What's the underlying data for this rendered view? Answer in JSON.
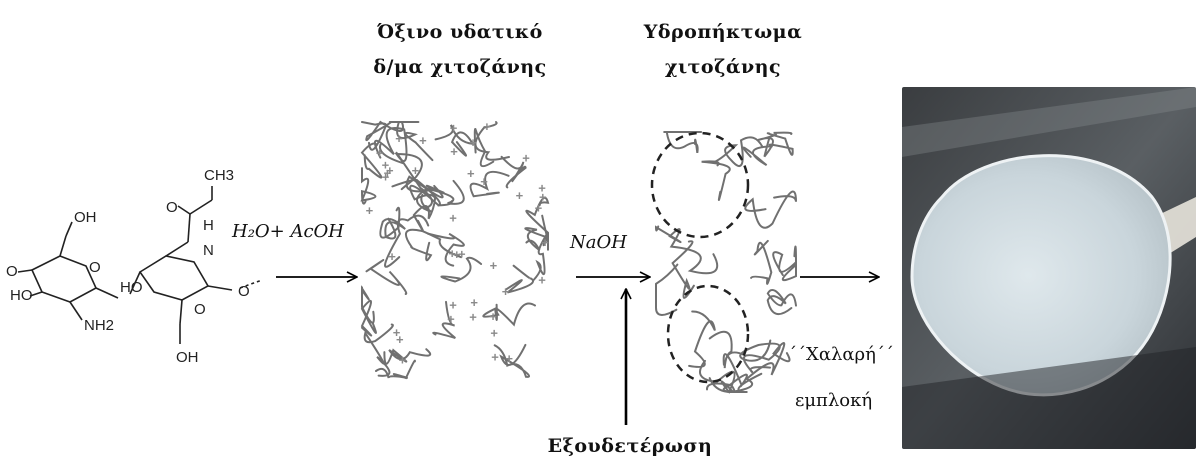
{
  "labels": {
    "acidic_solution_line1": "Όξινο υδατικό",
    "acidic_solution_line2": "δ/μα χιτοζάνης",
    "hydrogel_line1": "Υδροπήκτωμα",
    "hydrogel_line2": "χιτοζάνης",
    "reagent_1": "H₂O+ AcOH",
    "reagent_2": "NaOH",
    "neutralization": "Εξουδετέρωση",
    "loose_entanglement_line1": "΄΄Χαλαρή΄΄",
    "loose_entanglement_line2": "εμπλοκή"
  },
  "molecule": {
    "atoms": [
      "CH3",
      "O",
      "N",
      "H",
      "OH",
      "O",
      "HO",
      "O",
      "NH2",
      "HO",
      "O",
      "OH",
      "O"
    ]
  },
  "colors": {
    "chain": "#707070",
    "plus": "#8a8a8a",
    "circle": "#222222",
    "arrow": "#000000"
  }
}
